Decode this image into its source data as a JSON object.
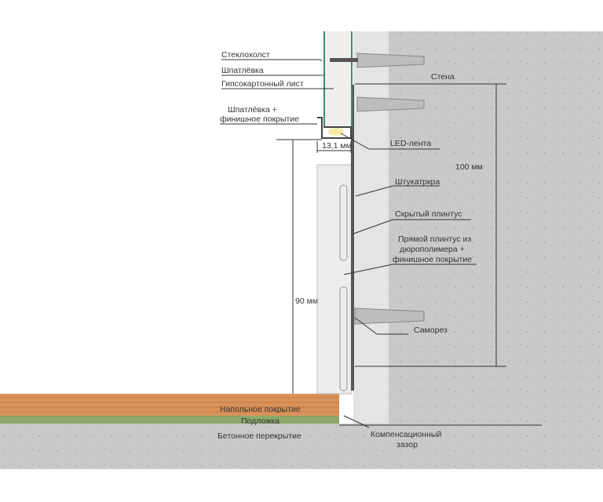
{
  "labels": {
    "fiberglass": "Стеклохолст",
    "putty": "Шпатлёвка",
    "drywall": "Гипсокартонный лист",
    "putty_finish_1": "Шпатлёвка +",
    "putty_finish_2": "финишное покрытие",
    "gap_width": "13,1 мм",
    "led": "LED-лента",
    "wall": "Стена",
    "height_100": "100 мм",
    "plaster": "Штукатркра",
    "hidden_baseboard": "Скрытый плинтус",
    "straight_baseboard_1": "Прямой плинтус из",
    "straight_baseboard_2": "дюрополимера +",
    "straight_baseboard_3": "финишное покрытие",
    "screw": "Саморез",
    "height_90": "90 мм",
    "flooring": "Напольное покрытие",
    "underlay": "Подложка",
    "slab": "Бетонное перекрытие",
    "expansion_gap_1": "Компенсационный",
    "expansion_gap_2": "зазор"
  },
  "colors": {
    "concrete": "#c9c9c7",
    "plaster": "#e4e4e2",
    "wood": "#d9925a",
    "underlay": "#8da86a",
    "drywall_edge": "#3d8a6a"
  }
}
